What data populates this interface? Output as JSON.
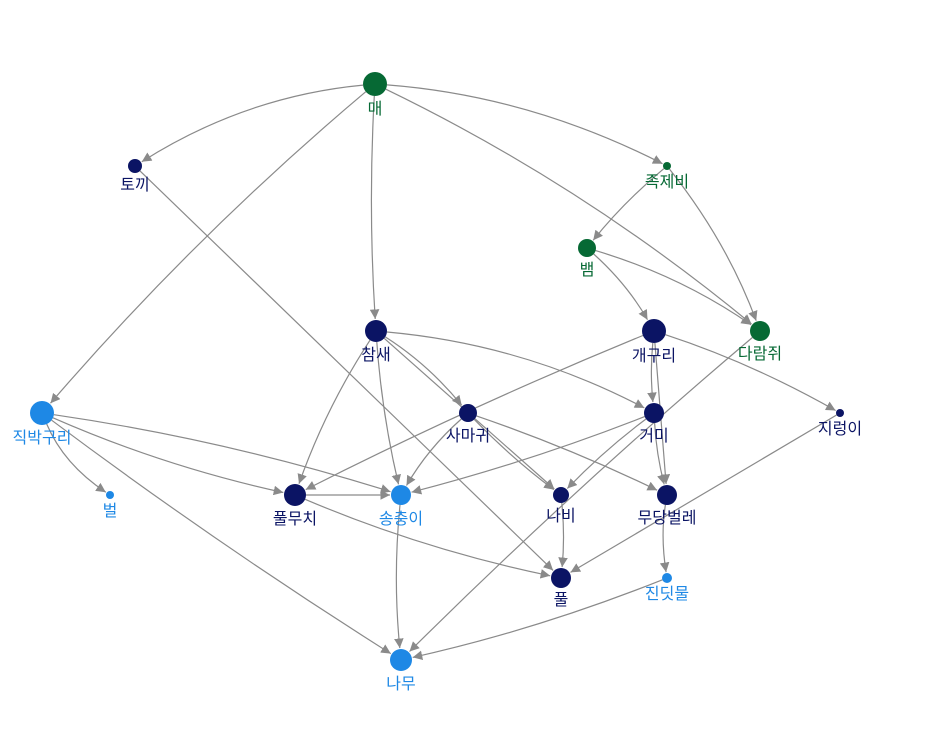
{
  "colors": {
    "dark_navy": "#0b1464",
    "dark_green": "#066934",
    "light_blue": "#1e88e5",
    "edge": "#8a8a8a"
  },
  "nodes": [
    {
      "id": "hawk",
      "label": "매",
      "color": "dark_green"
    },
    {
      "id": "rabbit",
      "label": "토끼",
      "color": "dark_navy"
    },
    {
      "id": "weasel",
      "label": "족제비",
      "color": "dark_green"
    },
    {
      "id": "snake",
      "label": "뱀",
      "color": "dark_green"
    },
    {
      "id": "squirrel",
      "label": "다람쥐",
      "color": "dark_green"
    },
    {
      "id": "sparrow",
      "label": "참새",
      "color": "dark_navy"
    },
    {
      "id": "frog",
      "label": "개구리",
      "color": "dark_navy"
    },
    {
      "id": "mantis",
      "label": "사마귀",
      "color": "dark_navy"
    },
    {
      "id": "spider",
      "label": "거미",
      "color": "dark_navy"
    },
    {
      "id": "earthworm",
      "label": "지렁이",
      "color": "dark_navy"
    },
    {
      "id": "mole",
      "label": "직박구리",
      "color": "light_blue"
    },
    {
      "id": "bee",
      "label": "벌",
      "color": "light_blue"
    },
    {
      "id": "grasshopper",
      "label": "풀무치",
      "color": "dark_navy"
    },
    {
      "id": "caterpillar",
      "label": "송충이",
      "color": "light_blue"
    },
    {
      "id": "butterfly",
      "label": "나비",
      "color": "dark_navy"
    },
    {
      "id": "beetle",
      "label": "무당벌레",
      "color": "dark_navy"
    },
    {
      "id": "grass",
      "label": "풀",
      "color": "dark_navy"
    },
    {
      "id": "aphid",
      "label": "진딧물",
      "color": "light_blue"
    },
    {
      "id": "tree",
      "label": "나무",
      "color": "light_blue"
    }
  ],
  "edges": [
    [
      "hawk",
      "rabbit"
    ],
    [
      "hawk",
      "weasel"
    ],
    [
      "hawk",
      "squirrel"
    ],
    [
      "hawk",
      "sparrow"
    ],
    [
      "hawk",
      "mole"
    ],
    [
      "rabbit",
      "grass"
    ],
    [
      "weasel",
      "snake"
    ],
    [
      "weasel",
      "squirrel"
    ],
    [
      "snake",
      "frog"
    ],
    [
      "snake",
      "squirrel"
    ],
    [
      "sparrow",
      "grasshopper"
    ],
    [
      "sparrow",
      "caterpillar"
    ],
    [
      "sparrow",
      "mantis"
    ],
    [
      "sparrow",
      "spider"
    ],
    [
      "sparrow",
      "butterfly"
    ],
    [
      "frog",
      "grasshopper"
    ],
    [
      "frog",
      "spider"
    ],
    [
      "frog",
      "beetle"
    ],
    [
      "frog",
      "earthworm"
    ],
    [
      "mantis",
      "caterpillar"
    ],
    [
      "mantis",
      "butterfly"
    ],
    [
      "mantis",
      "beetle"
    ],
    [
      "spider",
      "caterpillar"
    ],
    [
      "spider",
      "butterfly"
    ],
    [
      "spider",
      "beetle"
    ],
    [
      "mole",
      "bee"
    ],
    [
      "mole",
      "grasshopper"
    ],
    [
      "mole",
      "tree"
    ],
    [
      "mole",
      "caterpillar"
    ],
    [
      "grasshopper",
      "caterpillar"
    ],
    [
      "grasshopper",
      "grass"
    ],
    [
      "caterpillar",
      "tree"
    ],
    [
      "butterfly",
      "grass"
    ],
    [
      "beetle",
      "aphid"
    ],
    [
      "earthworm",
      "grass"
    ],
    [
      "aphid",
      "tree"
    ],
    [
      "squirrel",
      "tree"
    ]
  ]
}
